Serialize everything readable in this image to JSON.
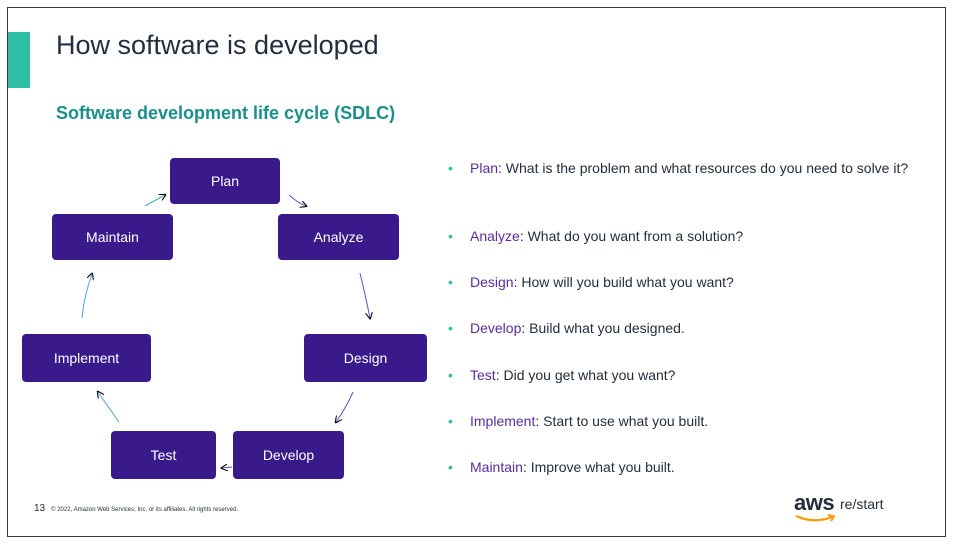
{
  "slide": {
    "title": "How software is developed",
    "subtitle": "Software development life cycle (SDLC)",
    "accent_color": "#2ebfa5",
    "box_color": "#3a1a8a",
    "term_color": "#5a2ca0"
  },
  "cycle": {
    "stages": [
      "Plan",
      "Analyze",
      "Design",
      "Develop",
      "Test",
      "Implement",
      "Maintain"
    ]
  },
  "bullets": [
    {
      "term": "Plan",
      "text": ": What is the problem and what resources do you need to solve it?"
    },
    {
      "term": "Analyze",
      "text": ": What do you want from a solution?"
    },
    {
      "term": "Design",
      "text": ": How will you build what you want?"
    },
    {
      "term": "Develop",
      "text": ": Build what you designed."
    },
    {
      "term": "Test",
      "text": ": Did you get what you want?"
    },
    {
      "term": "Implement",
      "text": ": Start to use what you built."
    },
    {
      "term": "Maintain",
      "text": ": Improve what you built."
    }
  ],
  "footer": {
    "page_number": "13",
    "copyright": "© 2022, Amazon Web Services, Inc. or its affiliates. All rights reserved."
  },
  "logo": {
    "aws": "aws",
    "restart": "re/start",
    "smile_color": "#ff9900"
  }
}
